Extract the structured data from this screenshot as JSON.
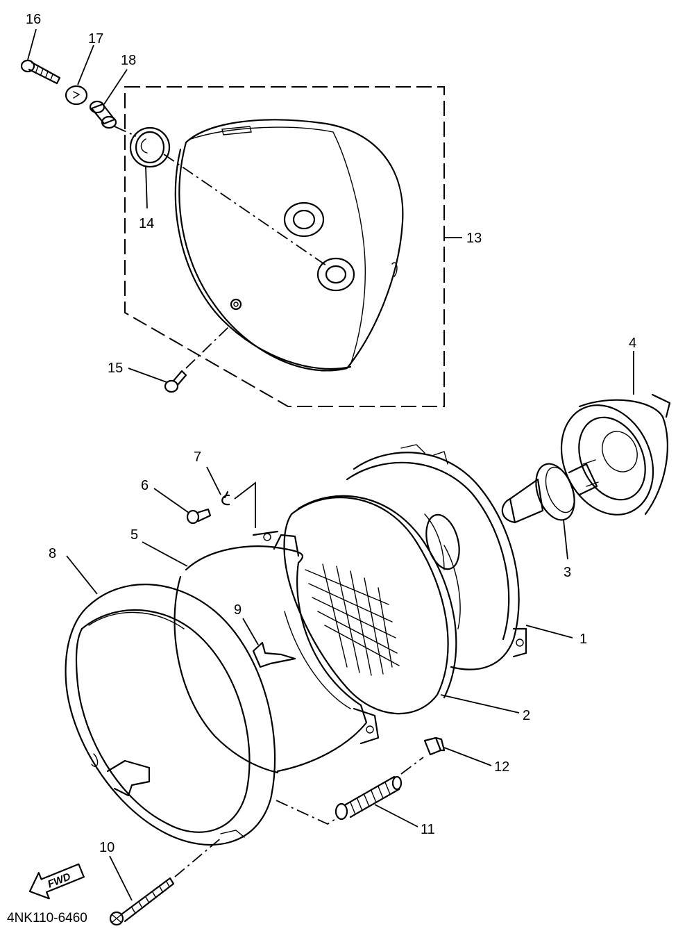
{
  "diagram": {
    "part_labels": [
      {
        "id": "part-1",
        "text": "1"
      },
      {
        "id": "part-2",
        "text": "2"
      },
      {
        "id": "part-3",
        "text": "3"
      },
      {
        "id": "part-4",
        "text": "4"
      },
      {
        "id": "part-5",
        "text": "5"
      },
      {
        "id": "part-6",
        "text": "6"
      },
      {
        "id": "part-7",
        "text": "7"
      },
      {
        "id": "part-8",
        "text": "8"
      },
      {
        "id": "part-9",
        "text": "9"
      },
      {
        "id": "part-10",
        "text": "10"
      },
      {
        "id": "part-11",
        "text": "11"
      },
      {
        "id": "part-12",
        "text": "12"
      },
      {
        "id": "part-13",
        "text": "13"
      },
      {
        "id": "part-14",
        "text": "14"
      },
      {
        "id": "part-15",
        "text": "15"
      },
      {
        "id": "part-16",
        "text": "16"
      },
      {
        "id": "part-17",
        "text": "17"
      },
      {
        "id": "part-18",
        "text": "18"
      }
    ],
    "direction_arrow": "FWD",
    "drawing_code": "4NK110-6460"
  }
}
